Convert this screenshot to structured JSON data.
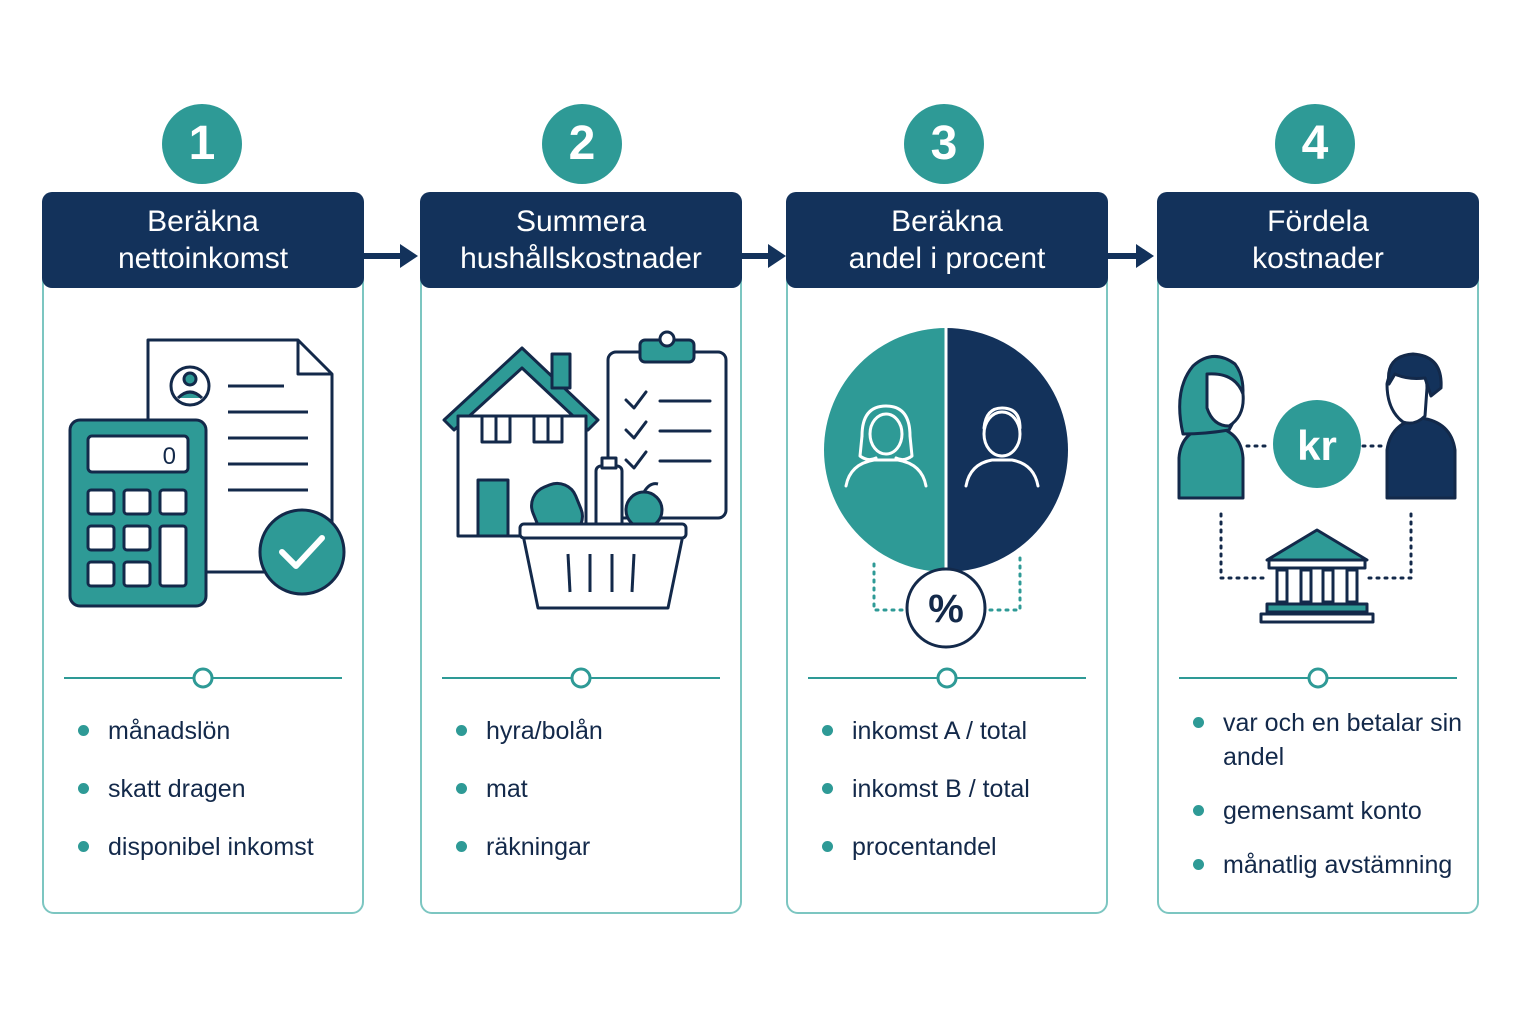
{
  "colors": {
    "teal": "#2e9a96",
    "navy": "#13325b",
    "border": "#7cc6c1",
    "text": "#13294a"
  },
  "steps": [
    {
      "number": "1",
      "title_lines": [
        "Beräkna",
        "nettoinkomst"
      ],
      "illustration": "calculator-and-payslip-icon",
      "bullets": [
        "månadslön",
        "skatt dragen",
        "disponibel inkomst"
      ]
    },
    {
      "number": "2",
      "title_lines": [
        "Summera",
        "hushållskostnader"
      ],
      "illustration": "house-clipboard-basket-icon",
      "bullets": [
        "hyra/bolån",
        "mat",
        "räkningar"
      ]
    },
    {
      "number": "3",
      "title_lines": [
        "Beräkna",
        "andel i procent"
      ],
      "illustration": "split-circle-percent-icon",
      "percent_symbol": "%",
      "bullets": [
        "inkomst A / total",
        "inkomst B / total",
        "procentandel"
      ]
    },
    {
      "number": "4",
      "title_lines": [
        "Fördela",
        "kostnader"
      ],
      "illustration": "couple-kr-bank-icon",
      "currency_label": "kr",
      "bullets": [
        "var och en betalar sin andel",
        "gemensamt konto",
        "månatlig avstämning"
      ]
    }
  ]
}
